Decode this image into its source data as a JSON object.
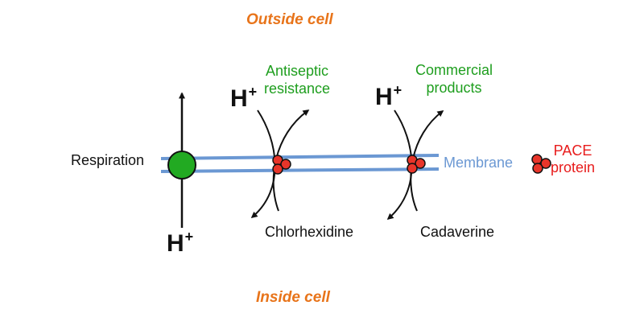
{
  "regions": {
    "outside": "Outside cell",
    "inside": "Inside cell"
  },
  "labels": {
    "respiration": "Respiration",
    "proton_symbol": "H",
    "proton_charge": "+",
    "antiseptic_line1": "Antiseptic",
    "antiseptic_line2": "resistance",
    "commercial_line1": "Commercial",
    "commercial_line2": "products",
    "chlorhexidine": "Chlorhexidine",
    "cadaverine": "Cadaverine",
    "membrane": "Membrane",
    "pace_line1": "PACE",
    "pace_line2": "protein"
  },
  "colors": {
    "region_text": "#e8741a",
    "green_text": "#1e9e1e",
    "membrane": "#6b98d3",
    "respiration_fill": "#22aa22",
    "protein_fill": "#e8352a",
    "pace_text": "#e81c1c",
    "ink": "#111111"
  }
}
